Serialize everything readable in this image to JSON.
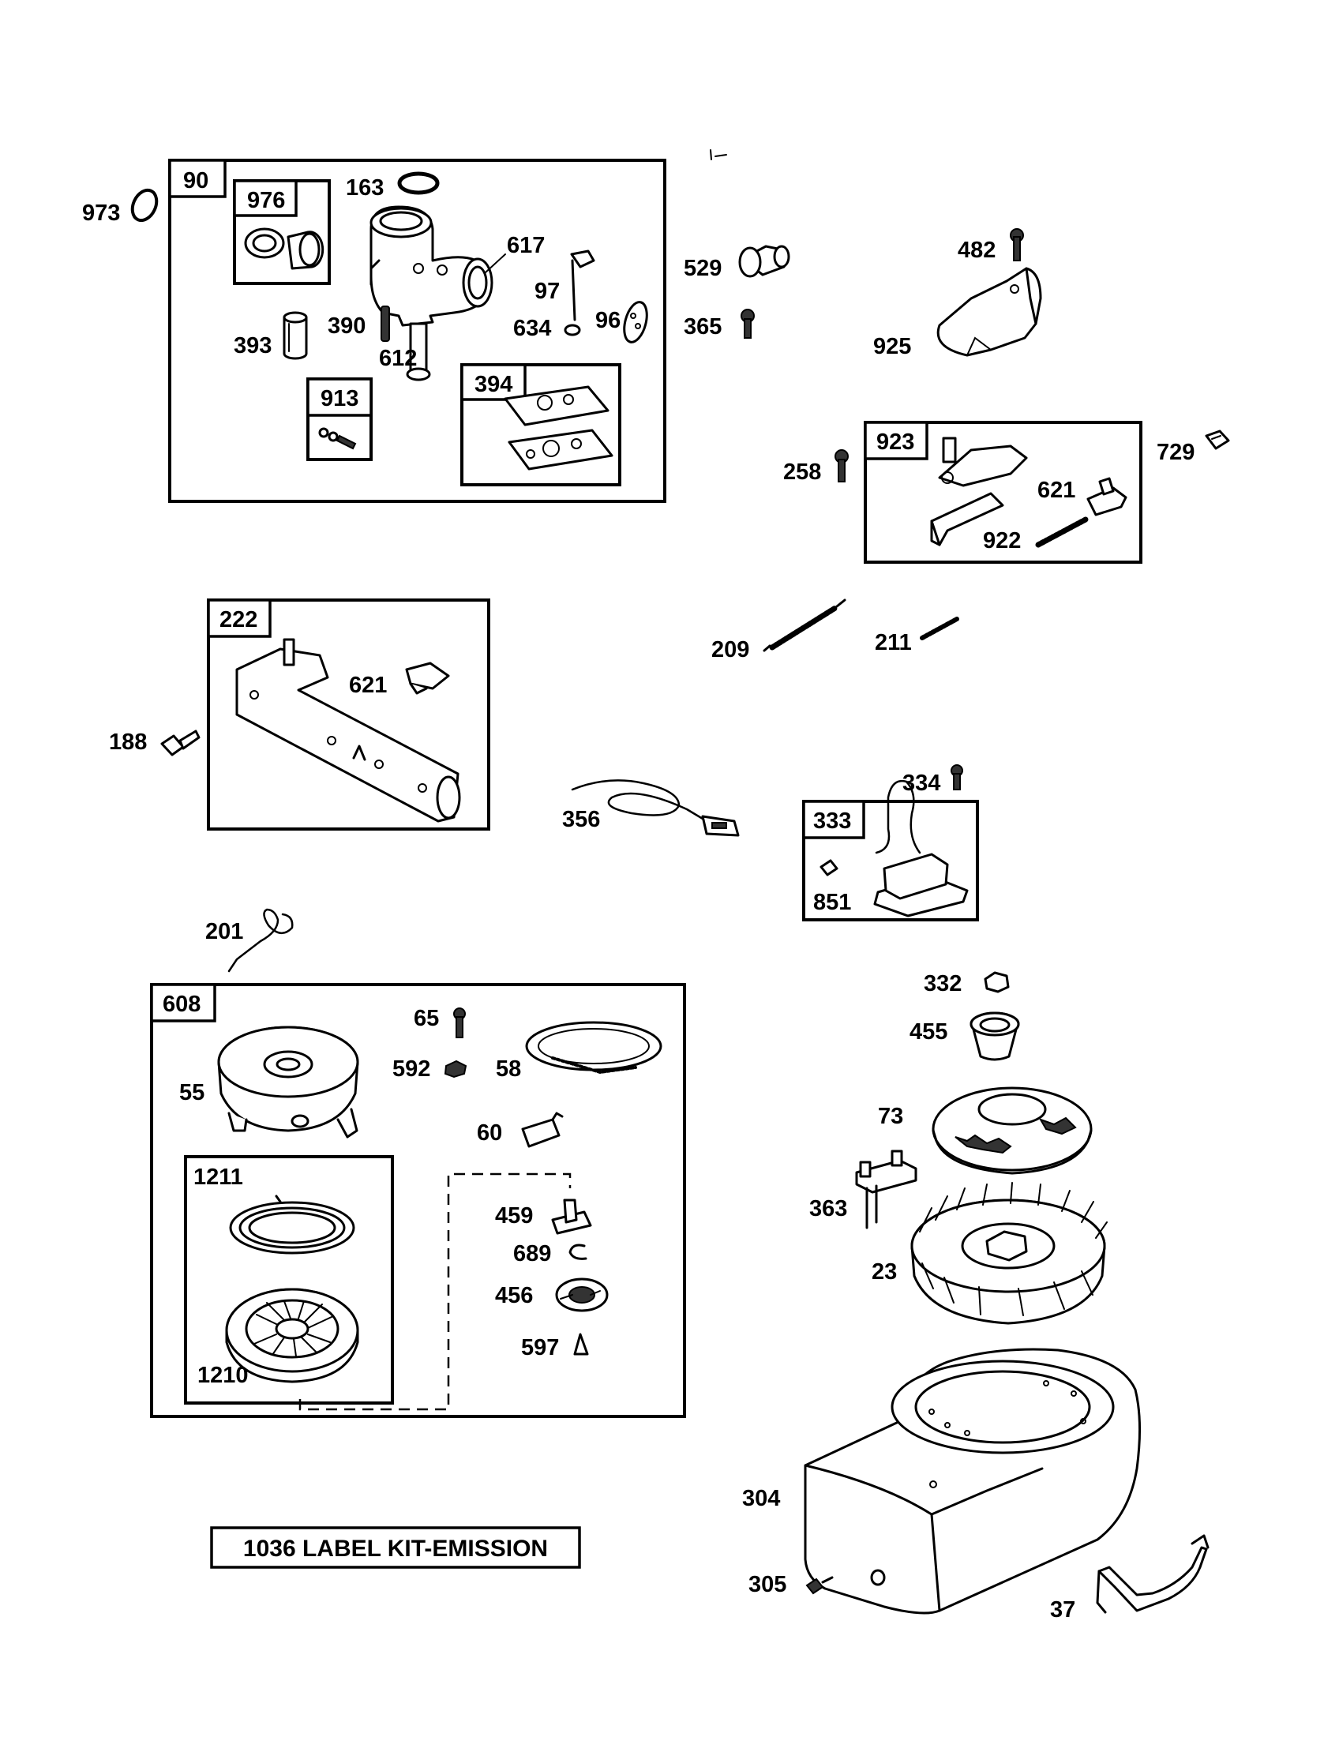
{
  "callouts": {
    "l973": "973",
    "l163": "163",
    "l617": "617",
    "l97": "97",
    "l634": "634",
    "l96": "96",
    "l393": "393",
    "l390": "390",
    "l612": "612",
    "l529": "529",
    "l365": "365",
    "l482": "482",
    "l925": "925",
    "l258": "258",
    "l621a": "621",
    "l922": "922",
    "l729": "729",
    "l209": "209",
    "l211": "211",
    "l188": "188",
    "l621b": "621",
    "l356": "356",
    "l334": "334",
    "l851": "851",
    "l201": "201",
    "l65": "65",
    "l592": "592",
    "l58": "58",
    "l55": "55",
    "l60": "60",
    "l1211": "1211",
    "l459": "459",
    "l689": "689",
    "l456": "456",
    "l597": "597",
    "l1210": "1210",
    "l332": "332",
    "l455": "455",
    "l73": "73",
    "l363": "363",
    "l23": "23",
    "l304": "304",
    "l305": "305",
    "l37": "37"
  },
  "assemblies": {
    "a90": "90",
    "a976": "976",
    "a913": "913",
    "a394": "394",
    "a923": "923",
    "a222": "222",
    "a333": "333",
    "a608": "608"
  },
  "kit_label": "1036 LABEL KIT-EMISSION"
}
